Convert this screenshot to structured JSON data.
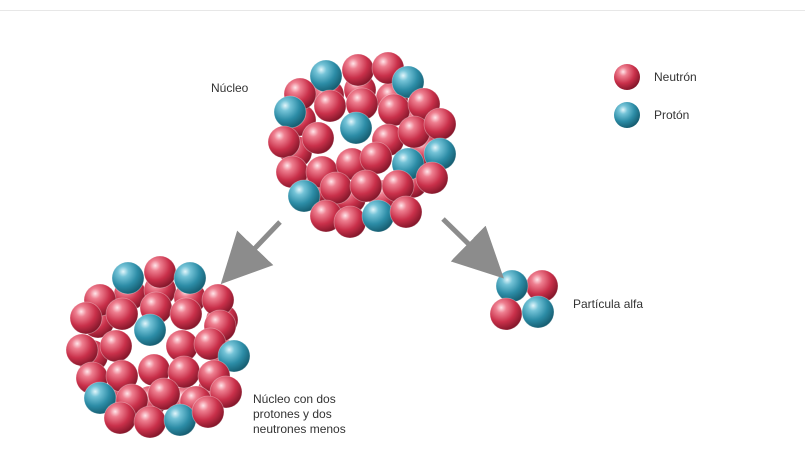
{
  "labels": {
    "nucleus": "Núcleo",
    "alpha_particle": "Partícula alfa",
    "daughter_nucleus": "Núcleo con dos\nprotones y dos\nneutrones menos"
  },
  "legend": [
    {
      "label": "Neutrón",
      "kind": "neutron"
    },
    {
      "label": "Protón",
      "kind": "proton"
    }
  ],
  "colors": {
    "neutron": "#c9304a",
    "proton": "#2c8ca6",
    "arrow": "#8c8c8c"
  }
}
